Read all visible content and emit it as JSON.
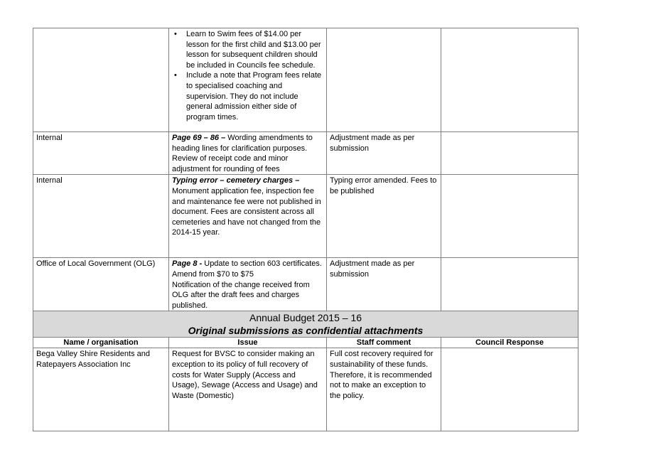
{
  "rows": [
    {
      "name": "",
      "issue_bullets": [
        "Learn to Swim fees of $14.00 per lesson for the first child and $13.00 per lesson for subsequent children should be included in Councils fee schedule.",
        "Include a note that Program fees relate to specialised coaching and supervision. They do not include general admission either side of program times."
      ],
      "staff": "",
      "council": ""
    },
    {
      "name": "Internal",
      "issue_lead": "Page 69 – 86 –",
      "issue_text": " Wording amendments to heading lines for clarification purposes. Review of receipt code and minor adjustment for rounding of fees",
      "staff": "Adjustment made as per submission",
      "council": ""
    },
    {
      "name": "Internal",
      "issue_lead": "Typing error – cemetery charges –",
      "issue_text": " Monument application fee, inspection fee and maintenance fee were not published in document.  Fees are consistent across all cemeteries and have not changed from the 2014-15 year.",
      "staff": "Typing error amended.  Fees to be published",
      "council": ""
    },
    {
      "name": "Office of Local Government  (OLG)",
      "issue_lead": "Page 8 -",
      "issue_text": " Update to section 603 certificates.  Amend from $70 to $75",
      "issue_extra": "Notification of the change received from OLG after the draft fees and charges published.",
      "staff": "Adjustment made as per submission",
      "council": ""
    }
  ],
  "section": {
    "title": "Annual Budget 2015 – 16",
    "subtitle": "Original submissions as confidential attachments"
  },
  "headers": [
    "Name / organisation",
    "Issue",
    "Staff comment",
    "Council Response"
  ],
  "submission": {
    "name": "Bega Valley Shire Residents and Ratepayers Association Inc",
    "issue": "Request for BVSC to consider making an exception to its policy of full recovery of costs for Water Supply (Access and Usage), Sewage (Access and Usage) and Waste (Domestic)",
    "staff": "Full cost recovery required for sustainability of these funds. Therefore, it is recommended not to make an exception to the policy.",
    "council": ""
  },
  "bullet_glyph": "•"
}
